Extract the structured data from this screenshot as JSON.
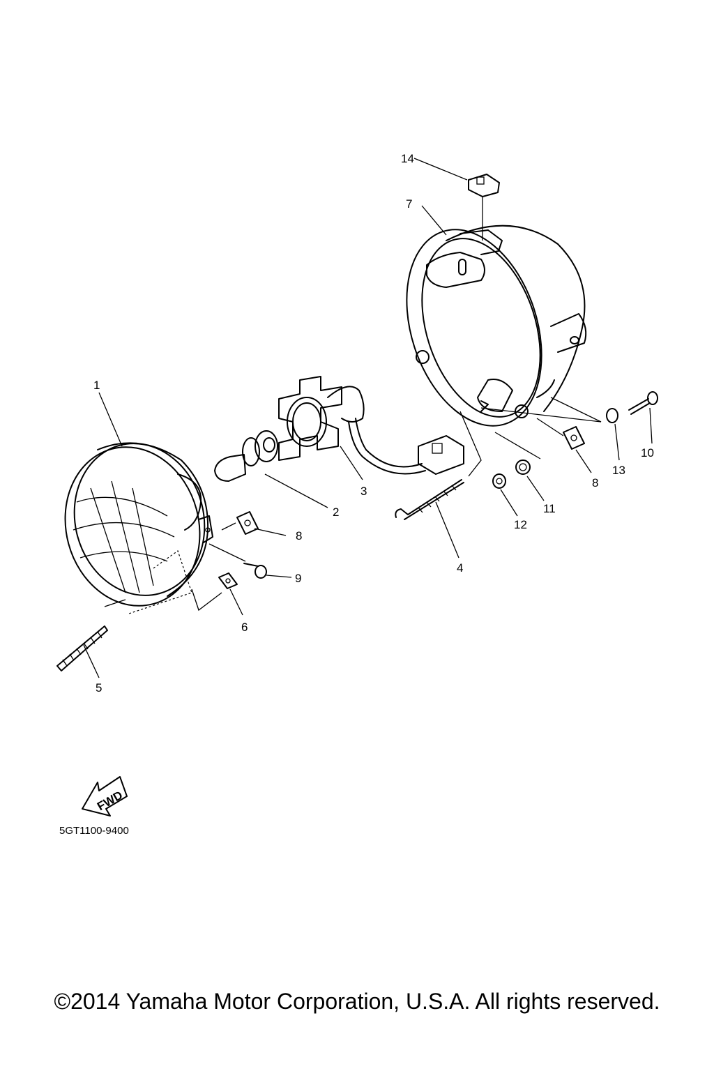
{
  "diagram": {
    "part_labels": [
      "1",
      "2",
      "3",
      "4",
      "5",
      "6",
      "7",
      "8",
      "9",
      "10",
      "11",
      "12",
      "13",
      "14"
    ],
    "part_labels_extra": {
      "8b": "8"
    },
    "fwd_label": "FWD",
    "drawing_code": "5GT1100-9400",
    "copyright": "©2014 Yamaha Motor Corporation, U.S.A. All rights reserved."
  }
}
